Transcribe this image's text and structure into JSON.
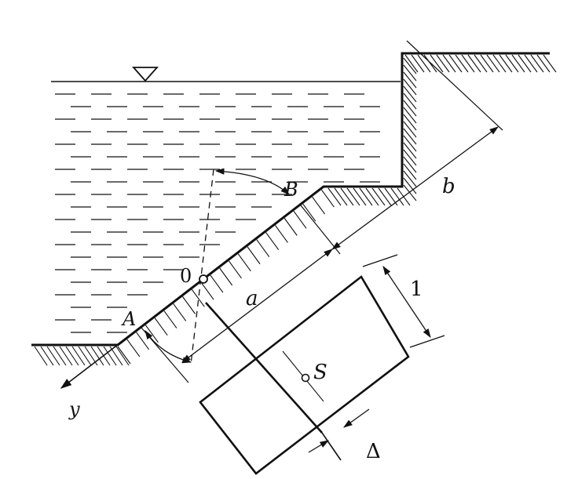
{
  "labels": {
    "A": "A",
    "B": "B",
    "O": "0",
    "a": "a",
    "b": "b",
    "one": "1",
    "S": "S",
    "delta": "Δ",
    "y": "y"
  },
  "icons": {
    "water_surface": "inverted-triangle-icon"
  },
  "colors": {
    "ink": "#111111",
    "paper": "#ffffff"
  }
}
